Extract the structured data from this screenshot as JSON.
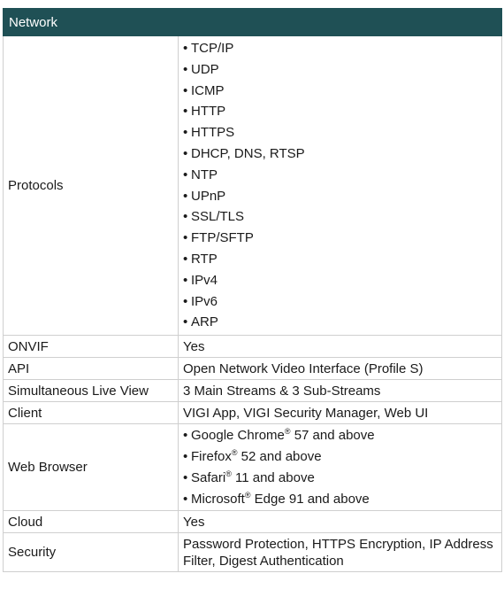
{
  "section_title": "Network",
  "rows": {
    "protocols": {
      "label": "Protocols",
      "items": [
        "TCP/IP",
        "UDP",
        "ICMP",
        "HTTP",
        "HTTPS",
        "DHCP, DNS, RTSP",
        "NTP",
        "UPnP",
        "SSL/TLS",
        "FTP/SFTP",
        "RTP",
        "IPv4",
        "IPv6",
        "ARP"
      ]
    },
    "onvif": {
      "label": "ONVIF",
      "value": "Yes"
    },
    "api": {
      "label": "API",
      "value": "Open Network Video Interface (Profile S)"
    },
    "live_view": {
      "label": "Simultaneous Live View",
      "value": "3 Main Streams & 3 Sub-Streams"
    },
    "client": {
      "label": "Client",
      "value": "VIGI App, VIGI Security Manager, Web UI"
    },
    "web_browser": {
      "label": "Web Browser",
      "items": [
        {
          "name": "Google Chrome",
          "mark": "®",
          "suffix": " 57 and above"
        },
        {
          "name": "Firefox",
          "mark": "®",
          "suffix": " 52 and above"
        },
        {
          "name": "Safari",
          "mark": "®",
          "suffix": " 11 and above"
        },
        {
          "name": "Microsoft",
          "mark": "®",
          "suffix": " Edge 91 and above"
        }
      ]
    },
    "cloud": {
      "label": "Cloud",
      "value": "Yes"
    },
    "security": {
      "label": "Security",
      "value": "Password Protection, HTTPS Encryption, IP Address Filter, Digest Authentication"
    }
  },
  "bullet_glyph": "•"
}
